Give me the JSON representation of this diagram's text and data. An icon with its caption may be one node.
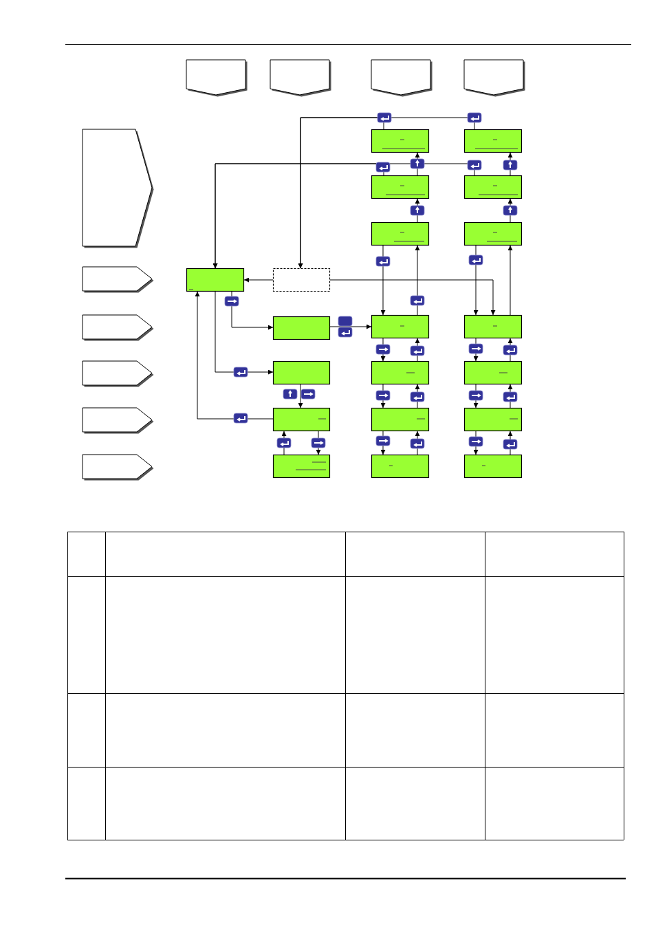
{
  "diagram": {
    "nodes": [
      {
        "text": [],
        "shape": "pentagon"
      },
      {
        "text": [],
        "shape": "pentagon"
      },
      {
        "text": [],
        "shape": "pentagon"
      },
      {
        "text": [],
        "shape": "pentagon"
      },
      {
        "text": [],
        "shape": "pentagon"
      },
      {
        "text": [],
        "shape": "pentagon"
      },
      {
        "text": [],
        "shape": "pentagon"
      },
      {
        "text": [],
        "shape": "pentagon"
      },
      {
        "text": [],
        "shape": "pentagon"
      },
      {
        "text": [],
        "shape": "pentagon"
      },
      {
        "text": [],
        "shape": "box"
      },
      {
        "text": [],
        "shape": "box"
      },
      {
        "text": [],
        "shape": "box"
      },
      {
        "text": [],
        "shape": "box"
      },
      {
        "text": [],
        "shape": "box"
      },
      {
        "text": [],
        "shape": "box"
      },
      {
        "text": [],
        "shape": "box"
      },
      {
        "text": [],
        "shape": "box"
      },
      {
        "text": [],
        "shape": "box"
      },
      {
        "text": [],
        "shape": "box"
      },
      {
        "text": [],
        "shape": "box"
      },
      {
        "text": [],
        "shape": "box"
      },
      {
        "text": [],
        "shape": "box"
      },
      {
        "text": [],
        "shape": "box"
      },
      {
        "text": [],
        "shape": "box"
      },
      {
        "text": [],
        "shape": "box"
      },
      {
        "text": [],
        "shape": "box"
      },
      {
        "text": [],
        "shape": "box"
      },
      {
        "text": [],
        "shape": "box"
      },
      {
        "text": [],
        "shape": "box"
      }
    ],
    "edges": [
      {
        "from": 16,
        "to": 11,
        "arrow": "to"
      },
      {
        "from": 23,
        "to": 11,
        "arrow": "to"
      },
      {
        "from": 17,
        "to": 10,
        "arrow": "to"
      },
      {
        "from": 24,
        "to": 10,
        "arrow": "to"
      },
      {
        "from": 17,
        "to": 16,
        "arrow": "to"
      },
      {
        "from": 18,
        "to": 17,
        "arrow": "to"
      },
      {
        "from": 24,
        "to": 23,
        "arrow": "to"
      },
      {
        "from": 25,
        "to": 24,
        "arrow": "to"
      },
      {
        "from": 18,
        "to": 19,
        "arrow": "to"
      },
      {
        "from": 19,
        "to": 18,
        "arrow": "to"
      },
      {
        "from": 25,
        "to": 26,
        "arrow": "to"
      },
      {
        "from": 26,
        "to": 25,
        "arrow": "to"
      },
      {
        "from": 11,
        "to": 10,
        "arrow": "to"
      },
      {
        "from": 11,
        "to": 26,
        "arrow": "to"
      },
      {
        "from": 10,
        "to": 12,
        "arrow": "to"
      },
      {
        "from": 10,
        "to": 13,
        "arrow": "to"
      },
      {
        "from": 14,
        "to": 10,
        "arrow": "to"
      },
      {
        "from": 12,
        "to": 19,
        "arrow": "to"
      },
      {
        "from": 13,
        "to": 14,
        "arrow": "to"
      },
      {
        "from": 14,
        "to": 15,
        "arrow": "to"
      },
      {
        "from": 15,
        "to": 14,
        "arrow": "to"
      },
      {
        "from": 19,
        "to": 20,
        "arrow": "to"
      },
      {
        "from": 20,
        "to": 19,
        "arrow": "to"
      },
      {
        "from": 20,
        "to": 21,
        "arrow": "to"
      },
      {
        "from": 21,
        "to": 20,
        "arrow": "to"
      },
      {
        "from": 21,
        "to": 22,
        "arrow": "to"
      },
      {
        "from": 22,
        "to": 21,
        "arrow": "to"
      },
      {
        "from": 26,
        "to": 27,
        "arrow": "to"
      },
      {
        "from": 27,
        "to": 26,
        "arrow": "to"
      },
      {
        "from": 27,
        "to": 28,
        "arrow": "to"
      },
      {
        "from": 28,
        "to": 27,
        "arrow": "to"
      },
      {
        "from": 28,
        "to": 29,
        "arrow": "to"
      },
      {
        "from": 29,
        "to": 28,
        "arrow": "to"
      }
    ]
  }
}
